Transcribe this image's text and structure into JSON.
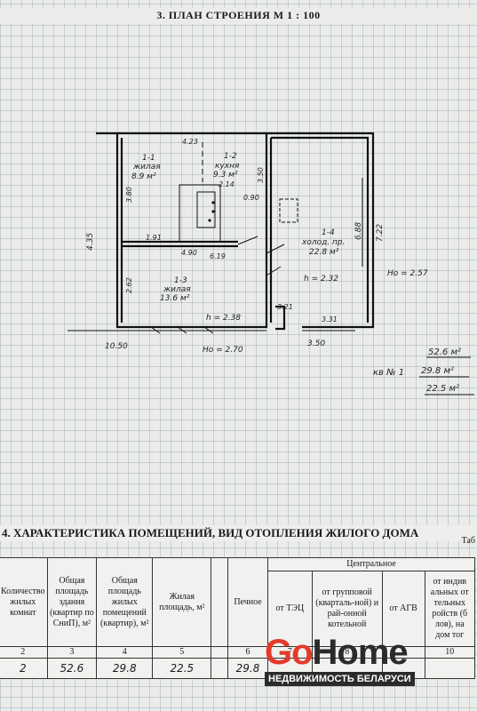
{
  "plan": {
    "title": "3. ПЛАН СТРОЕНИЯ М 1 : 100",
    "rooms": [
      {
        "num": "1-1",
        "name": "жилая",
        "area": "8.9 м²"
      },
      {
        "num": "1-2",
        "name": "кухня",
        "area": "9.3 м²"
      },
      {
        "num": "1-3",
        "name": "жилая",
        "area": "13.6 м²"
      },
      {
        "num": "1-4",
        "name": "холод. пр.",
        "area": "22.8 м²"
      }
    ],
    "dims": {
      "d423": "4.23",
      "d380": "3.80",
      "d435": "4.35",
      "d262": "2.62",
      "d191": "1.91",
      "d490": "4.90",
      "d619": "6.19",
      "d090": "0.90",
      "d214": "2.14",
      "d350a": "3.50",
      "d688": "6.88",
      "d722": "7.22",
      "d321": "3.21",
      "d331": "3.31",
      "d1050": "10.50",
      "d350b": "3.50"
    },
    "heights": {
      "h1": "h = 2.32",
      "h2": "h = 2.38",
      "h0a": "Но = 2.57",
      "h0b": "Но = 2.70"
    },
    "totals": {
      "line1": "52.6 м²",
      "prefix": "кв № 1",
      "line2": "29.8 м²",
      "line3": "22.5 м²"
    }
  },
  "section": {
    "title": "4. ХАРАКТЕРИСТИКА ПОМЕЩЕНИЙ, ВИД ОТОПЛЕНИЯ ЖИЛОГО ДОМА",
    "table_label": "Таб"
  },
  "table": {
    "group_header": "Центральное",
    "headers": [
      "Количество жилых комнат",
      "Общая площадь здания (квартир по СниП), м²",
      "Общая площадь жилых помещений (квартир), м²",
      "Жилая площадь, м²",
      "",
      "Печное",
      "от ТЭЦ",
      "от групповой (кварталь-ной) и рай-онной котельной",
      "от АГВ",
      "от индив альных от тельных ройств (б лов), на дом тог"
    ],
    "numbers": [
      "2",
      "3",
      "4",
      "5",
      "",
      "6",
      "7",
      "8",
      "9",
      "10"
    ],
    "values": [
      "2",
      "52.6",
      "29.8",
      "22.5",
      "",
      "29.8",
      "",
      "",
      "",
      ""
    ]
  },
  "logo": {
    "word_go": "Go",
    "word_home": "Home",
    "tagline": "НЕДВИЖИМОСТЬ БЕЛАРУСИ",
    "colors": {
      "go": "#e53a2b",
      "home": "#2b2b2b"
    }
  }
}
